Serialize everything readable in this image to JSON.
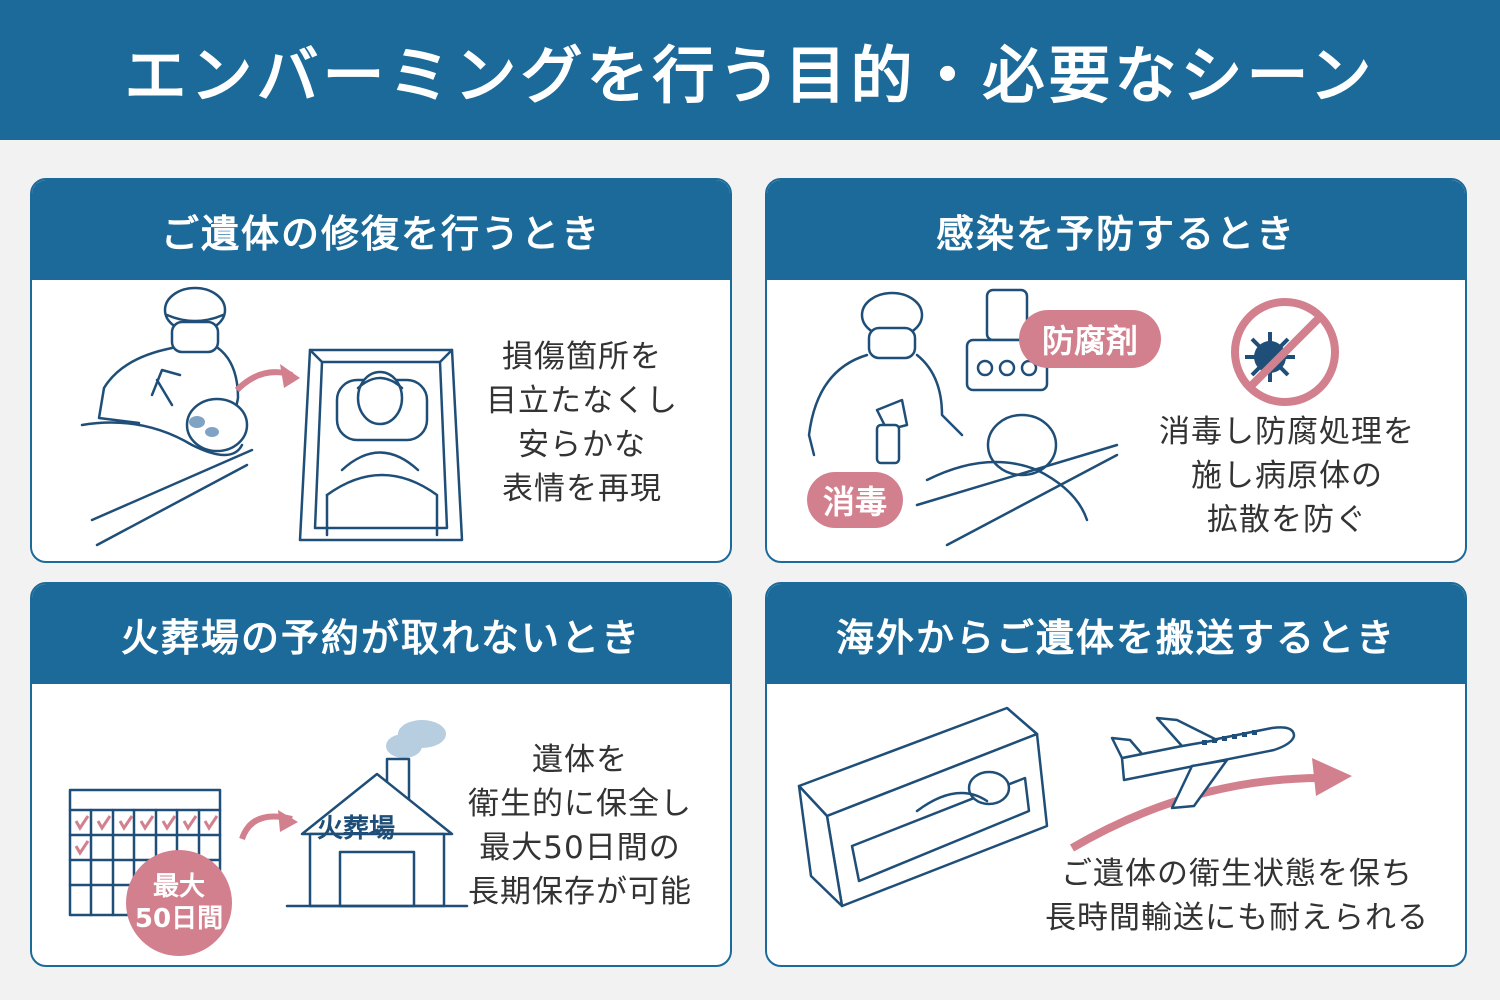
{
  "title": "エンバーミングを行う目的・必要なシーン",
  "cards": [
    {
      "heading": "ご遺体の修復を行うとき",
      "lines": [
        "損傷箇所を",
        "目立たなくし",
        "安らかな",
        "表情を再現"
      ]
    },
    {
      "heading": "感染を予防するとき",
      "lines": [
        "消毒し防腐処理を",
        "施し病原体の",
        "拡散を防ぐ"
      ],
      "tag_preservative": "防腐剤",
      "tag_disinfect": "消毒"
    },
    {
      "heading": "火葬場の予約が取れないとき",
      "lines": [
        "遺体を",
        "衛生的に保全し",
        "最大50日間の",
        "長期保存が可能"
      ],
      "badge_line1": "最大",
      "badge_line2": "50日間",
      "building_sign": "火葬場"
    },
    {
      "heading": "海外からご遺体を搬送するとき",
      "lines": [
        "ご遺体の衛生状態を保ち",
        "長時間輸送にも耐えられる"
      ]
    }
  ],
  "colors": {
    "primary": "#1b6a99",
    "accent": "#d3808e",
    "line": "#1f4f78",
    "background": "#f2f2f2"
  }
}
